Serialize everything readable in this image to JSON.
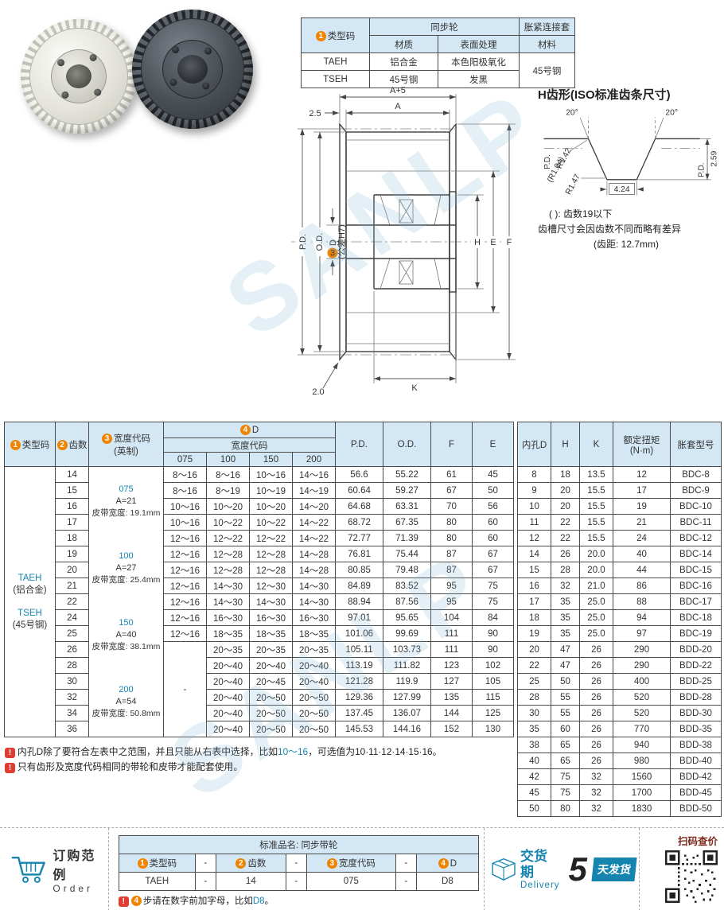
{
  "page": {
    "watermark": "SANLP"
  },
  "type_table": {
    "num": "1",
    "h_type_code": "类型码",
    "h_sync_wheel": "同步轮",
    "h_material": "材质",
    "h_surface": "表面处理",
    "h_sleeve": "胀紧连接套",
    "h_sleeve_material": "材料",
    "rows": [
      {
        "code": "TAEH",
        "material": "铝合金",
        "surface": "本色阳极氧化"
      },
      {
        "code": "TSEH",
        "material": "45号钢",
        "surface": "发黑"
      }
    ],
    "sleeve_value": "45号钢"
  },
  "tooth_profile": {
    "title": "H齿形(ISO标准齿条尺寸)",
    "angle_left": "20°",
    "angle_right": "20°",
    "r_top": "R1.42",
    "r_top_alt": "(R1.04)",
    "r_bottom": "R1.47",
    "width": "4.24",
    "depth": "2.59",
    "pd_left": "P.D.",
    "pd_right": "P.D.",
    "note1": "( ): 齿数19以下",
    "note2": "齿槽尺寸会因齿数不同而略有差异",
    "note3": "(齿距: 12.7mm)"
  },
  "drawing": {
    "dim_a5": "A+5",
    "dim_a": "A",
    "dim_25": "2.5",
    "dim_pd": "P.D.",
    "dim_od": "O.D.",
    "dim_h": "H",
    "dim_e": "E",
    "dim_f": "F",
    "dim_k": "K",
    "dim_20": "2.0",
    "bore_num": "3",
    "bore_label": "D",
    "bore_tol": "(公差H7)"
  },
  "main_table": {
    "headers": {
      "type_code": {
        "num": "1",
        "label": "类型码"
      },
      "teeth": {
        "num": "2",
        "label": "齿数"
      },
      "width_code": {
        "num": "3",
        "label": "宽度代码",
        "sub": "(英制)"
      },
      "d": {
        "num": "4",
        "label": "D"
      },
      "width_code2": "宽度代码",
      "pd": "P.D.",
      "od": "O.D.",
      "f": "F",
      "e": "E"
    },
    "d_cols": [
      "075",
      "100",
      "150",
      "200"
    ],
    "type_codes": [
      {
        "code": "TAEH",
        "material": "(铝合金)"
      },
      {
        "code": "TSEH",
        "material": "(45号钢)"
      }
    ],
    "width_codes": [
      {
        "code": "075",
        "a": "A=21",
        "belt": "皮带宽度: 19.1mm"
      },
      {
        "code": "100",
        "a": "A=27",
        "belt": "皮带宽度: 25.4mm"
      },
      {
        "code": "150",
        "a": "A=40",
        "belt": "皮带宽度: 38.1mm"
      },
      {
        "code": "200",
        "a": "A=54",
        "belt": "皮带宽度: 50.8mm"
      }
    ],
    "dash": "-",
    "rows": [
      {
        "teeth": "14",
        "d075": "8～16",
        "d100": "8～16",
        "d150": "10～16",
        "d200": "14～16",
        "pd": "56.6",
        "od": "55.22",
        "f": "61",
        "e": "45"
      },
      {
        "teeth": "15",
        "d075": "8～16",
        "d100": "8～19",
        "d150": "10～19",
        "d200": "14～19",
        "pd": "60.64",
        "od": "59.27",
        "f": "67",
        "e": "50"
      },
      {
        "teeth": "16",
        "d075": "10～16",
        "d100": "10～20",
        "d150": "10～20",
        "d200": "14～20",
        "pd": "64.68",
        "od": "63.31",
        "f": "70",
        "e": "56"
      },
      {
        "teeth": "17",
        "d075": "10～16",
        "d100": "10～22",
        "d150": "10～22",
        "d200": "14～22",
        "pd": "68.72",
        "od": "67.35",
        "f": "80",
        "e": "60"
      },
      {
        "teeth": "18",
        "d075": "12～16",
        "d100": "12～22",
        "d150": "12～22",
        "d200": "14～22",
        "pd": "72.77",
        "od": "71.39",
        "f": "80",
        "e": "60"
      },
      {
        "teeth": "19",
        "d075": "12～16",
        "d100": "12～28",
        "d150": "12～28",
        "d200": "14～28",
        "pd": "76.81",
        "od": "75.44",
        "f": "87",
        "e": "67"
      },
      {
        "teeth": "20",
        "d075": "12～16",
        "d100": "12～28",
        "d150": "12～28",
        "d200": "14～28",
        "pd": "80.85",
        "od": "79.48",
        "f": "87",
        "e": "67"
      },
      {
        "teeth": "21",
        "d075": "12～16",
        "d100": "14～30",
        "d150": "12～30",
        "d200": "14～30",
        "pd": "84.89",
        "od": "83.52",
        "f": "95",
        "e": "75"
      },
      {
        "teeth": "22",
        "d075": "12～16",
        "d100": "14～30",
        "d150": "14～30",
        "d200": "14～30",
        "pd": "88.94",
        "od": "87.56",
        "f": "95",
        "e": "75"
      },
      {
        "teeth": "24",
        "d075": "12～16",
        "d100": "16～30",
        "d150": "16～30",
        "d200": "16～30",
        "pd": "97.01",
        "od": "95.65",
        "f": "104",
        "e": "84"
      },
      {
        "teeth": "25",
        "d075": "12～16",
        "d100": "18～35",
        "d150": "18～35",
        "d200": "18～35",
        "pd": "101.06",
        "od": "99.69",
        "f": "111",
        "e": "90"
      },
      {
        "teeth": "26",
        "d075": null,
        "d100": "20～35",
        "d150": "20～35",
        "d200": "20～35",
        "pd": "105.11",
        "od": "103.73",
        "f": "111",
        "e": "90"
      },
      {
        "teeth": "28",
        "d075": null,
        "d100": "20～40",
        "d150": "20～40",
        "d200": "20～40",
        "pd": "113.19",
        "od": "111.82",
        "f": "123",
        "e": "102"
      },
      {
        "teeth": "30",
        "d075": null,
        "d100": "20～40",
        "d150": "20～45",
        "d200": "20～40",
        "pd": "121.28",
        "od": "119.9",
        "f": "127",
        "e": "105"
      },
      {
        "teeth": "32",
        "d075": null,
        "d100": "20～40",
        "d150": "20～50",
        "d200": "20～50",
        "pd": "129.36",
        "od": "127.99",
        "f": "135",
        "e": "115"
      },
      {
        "teeth": "34",
        "d075": null,
        "d100": "20～40",
        "d150": "20～50",
        "d200": "20～50",
        "pd": "137.45",
        "od": "136.07",
        "f": "144",
        "e": "125"
      },
      {
        "teeth": "36",
        "d075": null,
        "d100": "20～40",
        "d150": "20～50",
        "d200": "20～50",
        "pd": "145.53",
        "od": "144.16",
        "f": "152",
        "e": "130"
      }
    ]
  },
  "bushing_table": {
    "h_bore": "内孔D",
    "h_h": "H",
    "h_k": "K",
    "h_torque": "额定扭矩",
    "h_torque_unit": "(N·m)",
    "h_model": "胀套型号",
    "rows": [
      [
        "8",
        "18",
        "13.5",
        "12",
        "BDC-8"
      ],
      [
        "9",
        "20",
        "15.5",
        "17",
        "BDC-9"
      ],
      [
        "10",
        "20",
        "15.5",
        "19",
        "BDC-10"
      ],
      [
        "11",
        "22",
        "15.5",
        "21",
        "BDC-11"
      ],
      [
        "12",
        "22",
        "15.5",
        "24",
        "BDC-12"
      ],
      [
        "14",
        "26",
        "20.0",
        "40",
        "BDC-14"
      ],
      [
        "15",
        "28",
        "20.0",
        "44",
        "BDC-15"
      ],
      [
        "16",
        "32",
        "21.0",
        "86",
        "BDC-16"
      ],
      [
        "17",
        "35",
        "25.0",
        "88",
        "BDC-17"
      ],
      [
        "18",
        "35",
        "25.0",
        "94",
        "BDC-18"
      ],
      [
        "19",
        "35",
        "25.0",
        "97",
        "BDC-19"
      ],
      [
        "20",
        "47",
        "26",
        "290",
        "BDD-20"
      ],
      [
        "22",
        "47",
        "26",
        "290",
        "BDD-22"
      ],
      [
        "25",
        "50",
        "26",
        "400",
        "BDD-25"
      ],
      [
        "28",
        "55",
        "26",
        "520",
        "BDD-28"
      ],
      [
        "30",
        "55",
        "26",
        "520",
        "BDD-30"
      ],
      [
        "35",
        "60",
        "26",
        "770",
        "BDD-35"
      ],
      [
        "38",
        "65",
        "26",
        "940",
        "BDD-38"
      ],
      [
        "40",
        "65",
        "26",
        "980",
        "BDD-40"
      ],
      [
        "42",
        "75",
        "32",
        "1560",
        "BDD-42"
      ],
      [
        "45",
        "75",
        "32",
        "1700",
        "BDD-45"
      ],
      [
        "50",
        "80",
        "32",
        "1830",
        "BDD-50"
      ]
    ]
  },
  "notes": {
    "warn_mark": "!",
    "note1_pre": "内孔D除了要符合左表中之范围，并且只能从右表中选择，比如",
    "note1_range": "10～16",
    "note1_post": "，可选值为10·11·12·14·15·16。",
    "note2": "只有齿形及宽度代码相同的带轮和皮带才能配套使用。"
  },
  "order": {
    "title": "订购范例",
    "title_en": "Order",
    "product_label": "标准品名: 同步带轮",
    "sep": "-",
    "fields": [
      {
        "num": "1",
        "label": "类型码",
        "value": "TAEH"
      },
      {
        "num": "2",
        "label": "齿数",
        "value": "14"
      },
      {
        "num": "3",
        "label": "宽度代码",
        "value": "075"
      },
      {
        "num": "4",
        "label": "D",
        "value": "D8"
      }
    ],
    "note_num": "4",
    "note_pre": "步请在数字前加字母，比如",
    "note_code": "D8",
    "note_post": "。"
  },
  "delivery": {
    "label": "交货期",
    "label_en": "Delivery",
    "days": "5",
    "unit": "天发货"
  },
  "qr": {
    "label": "扫码查价"
  }
}
